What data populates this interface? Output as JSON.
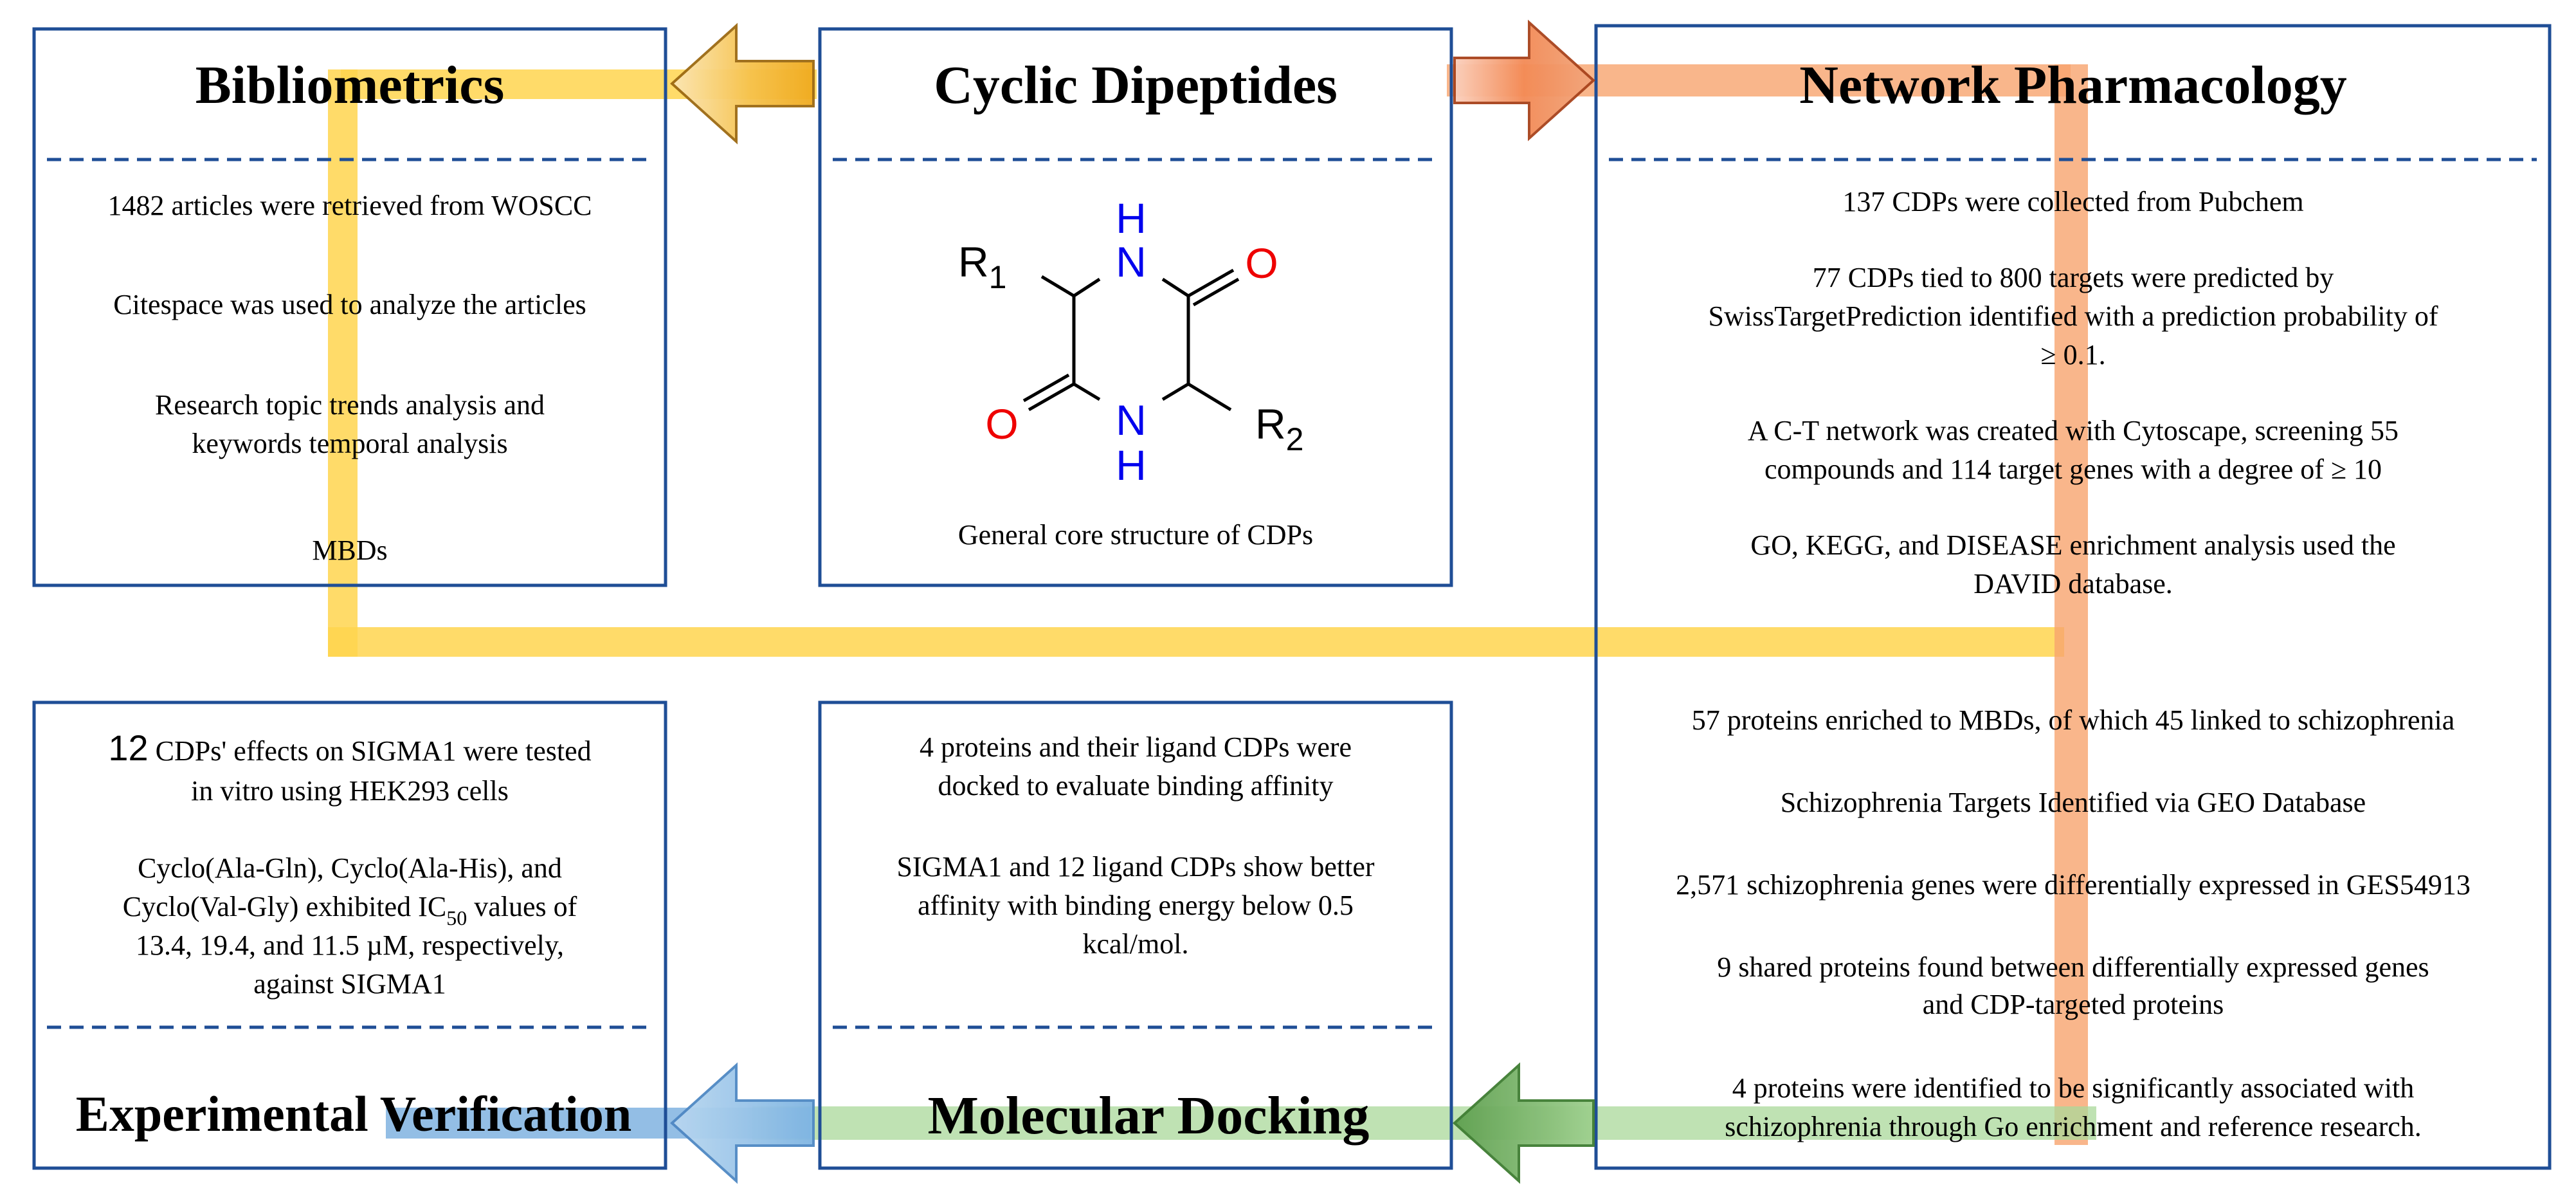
{
  "boxes": {
    "bibliometrics": {
      "title": "Bibliometrics",
      "lines": [
        "1482 articles were retrieved from WOSCC",
        "Citespace was used to analyze the articles",
        "Research topic trends analysis and",
        "keywords temporal analysis",
        "MBDs"
      ]
    },
    "cyclic_dipeptides": {
      "title": "Cyclic Dipeptides",
      "caption": "General core structure of CDPs",
      "structure": {
        "N_top": "H",
        "N_top_atom": "N",
        "N_bottom": "H",
        "N_bottom_atom": "N",
        "O": "O",
        "R": "R",
        "R1_sub": "1",
        "R2_sub": "2"
      }
    },
    "network_pharmacology": {
      "title": "Network Pharmacology",
      "lines": [
        "137 CDPs were collected from Pubchem",
        "77 CDPs tied to 800 targets were predicted by",
        "SwissTargetPrediction identified with a prediction probability of",
        "≥ 0.1.",
        "A C-T network was created with Cytoscape, screening 55",
        "compounds and 114 target genes with a degree of ≥ 10",
        "GO, KEGG, and DISEASE enrichment analysis used the",
        "DAVID database.",
        "57 proteins enriched to MBDs, of which 45 linked to schizophrenia",
        "Schizophrenia Targets Identified via GEO Database",
        "2,571 schizophrenia genes were differentially expressed in GES54913",
        "9 shared proteins found between differentially expressed genes",
        "and CDP-targeted proteins",
        "4 proteins  were identified to be significantly associated with",
        "schizophrenia through Go enrichment and reference research."
      ]
    },
    "molecular_docking": {
      "title": "Molecular Docking",
      "lines": [
        "4 proteins and their ligand CDPs were",
        "docked to evaluate binding affinity",
        "SIGMA1 and 12 ligand CDPs show better",
        "affinity with binding energy below 0.5",
        "kcal/mol."
      ]
    },
    "experimental_verification": {
      "title": "Experimental Verification",
      "line1_num": "12",
      "line1_rest": " CDPs' effects on SIGMA1 were tested",
      "line2": "in vitro using HEK293 cells",
      "line3": "Cyclo(Ala-Gln), Cyclo(Ala-His), and",
      "line4_a": "Cyclo(Val-Gly) exhibited IC",
      "line4_sub": "50",
      "line4_b": " values of",
      "line5": "13.4, 19.4, and 11.5 µM, respectively,",
      "line6": "against SIGMA1"
    }
  },
  "colors": {
    "box_border": "#1f4e96",
    "yellow_path": "#ffd54f",
    "orange_path": "#f8a46e",
    "green_path": "#a9d89a",
    "blue_path": "#6fa8dc",
    "N_atom": "#0000ee",
    "O_atom": "#ee0000"
  }
}
